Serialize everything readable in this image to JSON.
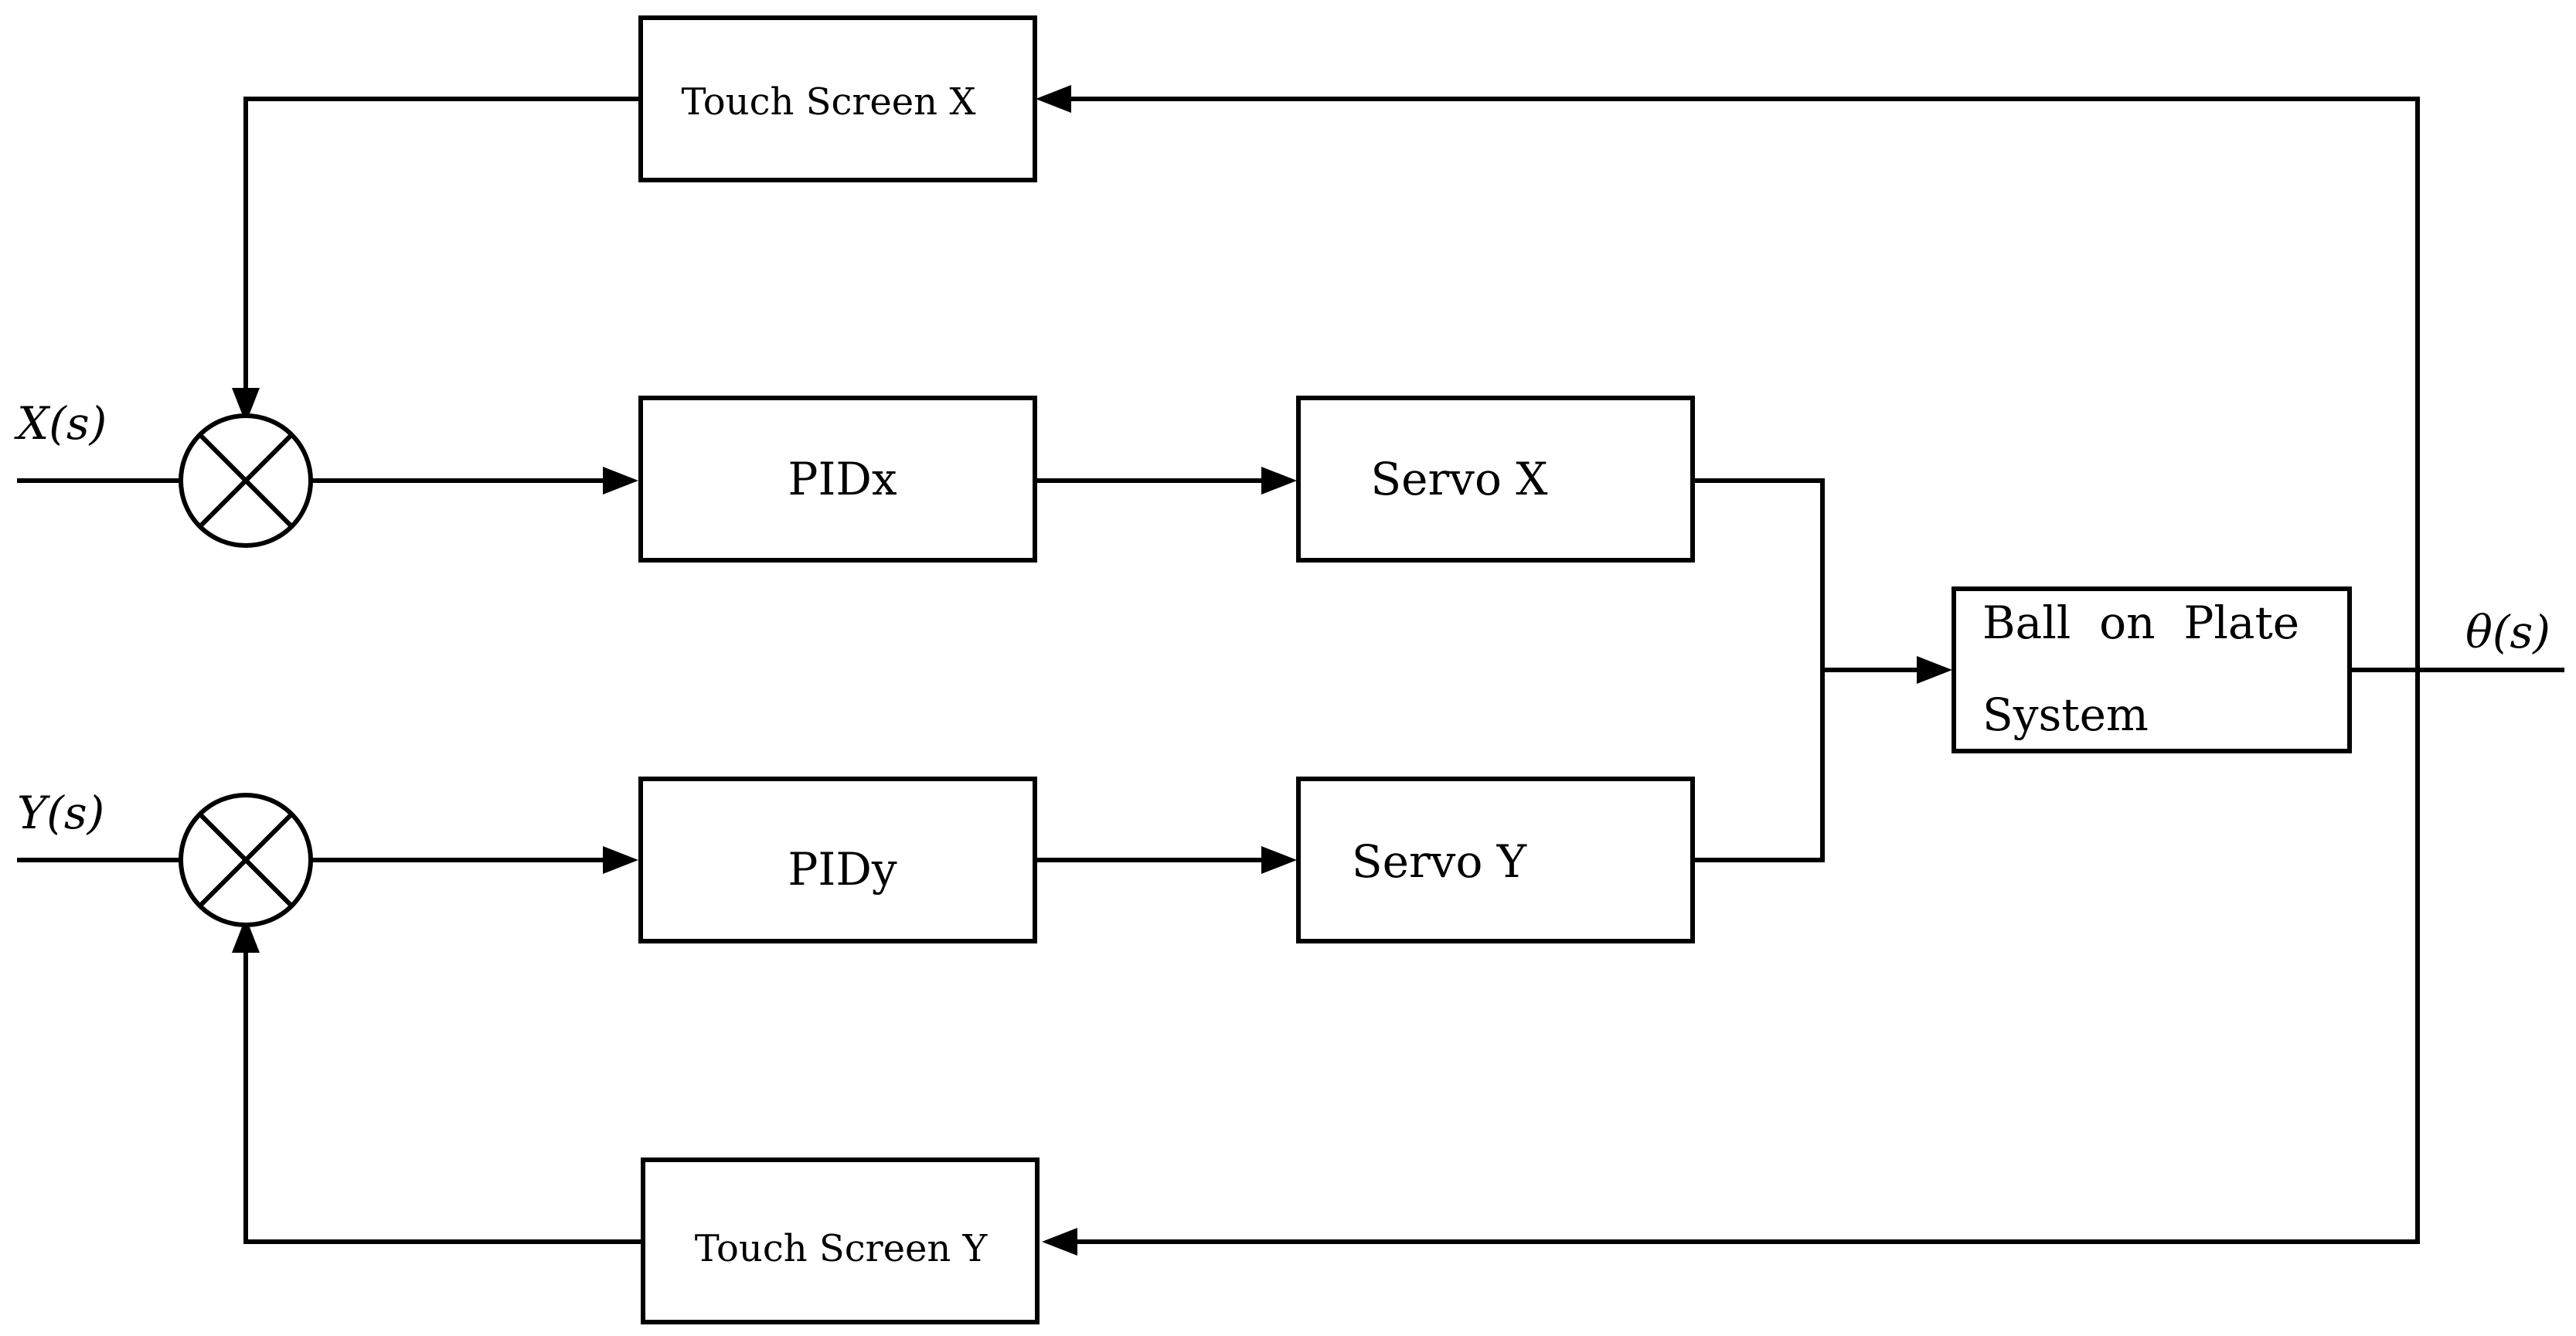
{
  "blocks": {
    "touch_screen_x": "Touch Screen X",
    "touch_screen_y": "Touch Screen Y",
    "pid_x": "PIDx",
    "pid_y": "PIDy",
    "servo_x": "Servo X",
    "servo_y": "Servo Y",
    "plant_line1": "Ball  on  Plate",
    "plant_line2": "System"
  },
  "signals": {
    "input_x": "X(s)",
    "input_y": "Y(s)",
    "output": "θ(s)"
  }
}
